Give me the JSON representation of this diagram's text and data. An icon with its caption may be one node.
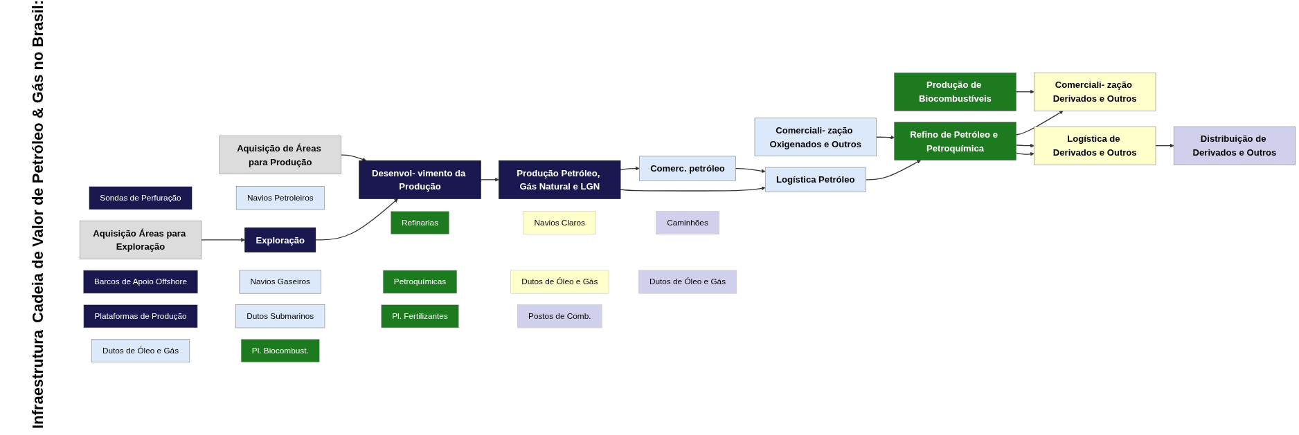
{
  "diagram": {
    "nodes": [
      {
        "text": [
          "Aquisição de Áreas para Produção"
        ]
      },
      {
        "text": [
          "Comerc. petróleo"
        ]
      },
      {
        "text": [
          "Comerciali- zação Oxigenados e Outros"
        ]
      },
      {
        "text": [
          "Produção de Biocombustíveis"
        ]
      },
      {
        "text": [
          "Comerciali- zação Derivados e Outros"
        ]
      },
      {
        "text": [
          "Aquisição Áreas para Exploração"
        ]
      },
      {
        "text": [
          "Exploração"
        ]
      },
      {
        "text": [
          "Desenvol- vimento da Produção"
        ]
      },
      {
        "text": [
          "Produção Petróleo, Gás Natural e LGN"
        ]
      },
      {
        "text": [
          "Logística Petróleo"
        ]
      },
      {
        "text": [
          "Refino de Petróleo e Petroquímica"
        ]
      },
      {
        "text": [
          "Logística de Derivados e Outros"
        ]
      },
      {
        "text": [
          "Distribuição de Derivados e Outros"
        ]
      },
      {
        "text": [
          "Sondas de Perfuração"
        ]
      },
      {
        "text": [
          "Navios Petroleiros"
        ]
      },
      {
        "text": [
          "Refinarias"
        ]
      },
      {
        "text": [
          "Navios Claros"
        ]
      },
      {
        "text": [
          "Caminhões"
        ]
      },
      {
        "text": [
          "Barcos de Apoio Offshore"
        ]
      },
      {
        "text": [
          "Navios Gaseiros"
        ]
      },
      {
        "text": [
          "Petroquímicas"
        ]
      },
      {
        "text": [
          "Dutos de Óleo e Gás"
        ]
      },
      {
        "text": [
          "Dutos de Óleo e Gás"
        ]
      },
      {
        "text": [
          "Plataformas de Produção"
        ]
      },
      {
        "text": [
          "Dutos Submarinos"
        ]
      },
      {
        "text": [
          "Pl. Fertilizantes"
        ]
      },
      {
        "text": [
          "Postos de Comb."
        ]
      },
      {
        "text": [
          "Dutos de Óleo e Gás"
        ]
      },
      {
        "text": [
          "Pl. Biocombust."
        ]
      }
    ],
    "edges": [
      {
        "from": 5,
        "to": 6,
        "arrow": "to"
      },
      {
        "from": 6,
        "to": 7,
        "arrow": "to"
      },
      {
        "from": 0,
        "to": 7,
        "arrow": "to"
      },
      {
        "from": 7,
        "to": 8,
        "arrow": "to"
      },
      {
        "from": 8,
        "to": 1,
        "arrow": "to"
      },
      {
        "from": 8,
        "to": 9,
        "arrow": "to"
      },
      {
        "from": 1,
        "to": 9,
        "arrow": "to"
      },
      {
        "from": 9,
        "to": 10,
        "arrow": "to"
      },
      {
        "from": 2,
        "to": 10,
        "arrow": "to"
      },
      {
        "from": 3,
        "to": 4,
        "arrow": "to"
      },
      {
        "from": 10,
        "to": 4,
        "arrow": "to"
      },
      {
        "from": 10,
        "to": 11,
        "arrow": "to"
      },
      {
        "from": 10,
        "to": 11,
        "arrow": "to"
      },
      {
        "from": 11,
        "to": 12,
        "arrow": "to"
      }
    ],
    "labels": [
      "Cadeia de Valor de Petróleo & Gás no Brasil:",
      "Infraestrutura"
    ]
  }
}
